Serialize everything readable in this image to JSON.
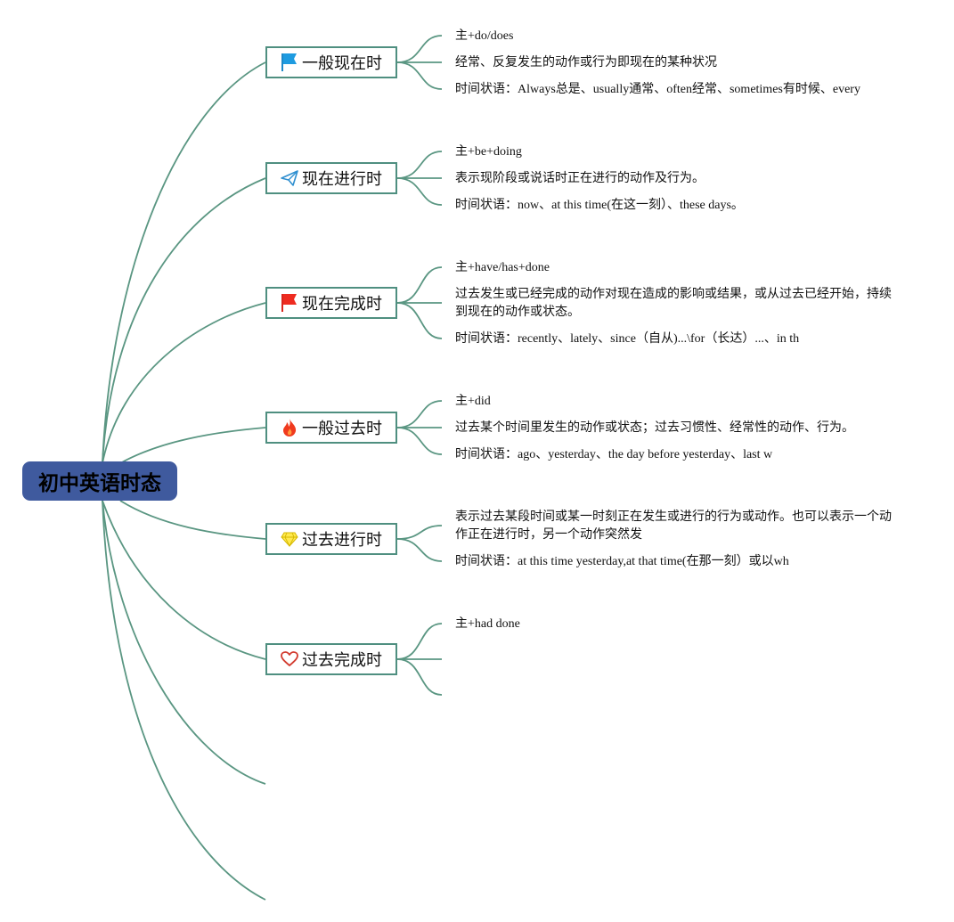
{
  "root": {
    "label": "初中英语时态"
  },
  "branches": [
    {
      "label": "一般现在时",
      "icon": "blue-flag-icon",
      "items": [
        "主+do/does",
        "经常、反复发生的动作或行为即现在的某种状况",
        "时间状语：Always总是、usually通常、often经常、sometimes有时候、every"
      ]
    },
    {
      "label": "现在进行时",
      "icon": "paper-plane-icon",
      "items": [
        "主+be+doing",
        "表示现阶段或说话时正在进行的动作及行为。",
        "时间状语：now、at this time(在这一刻）、these days。"
      ]
    },
    {
      "label": "现在完成时",
      "icon": "red-flag-icon",
      "items": [
        "主+have/has+done",
        "过去发生或已经完成的动作对现在造成的影响或结果，或从过去已经开始，持续到现在的动作或状态。",
        "时间状语：recently、lately、since（自从)...\\for（长达）...、in th"
      ]
    },
    {
      "label": "一般过去时",
      "icon": "fire-icon",
      "items": [
        "主+did",
        "过去某个时间里发生的动作或状态；过去习惯性、经常性的动作、行为。",
        "时间状语：ago、yesterday、the day before yesterday、last w"
      ]
    },
    {
      "label": "过去进行时",
      "icon": "diamond-icon",
      "items": [
        "表示过去某段时间或某一时刻正在发生或进行的行为或动作。也可以表示一个动作正在进行时，另一个动作突然发",
        "时间状语：at this time yesterday,at that time(在那一刻）或以wh"
      ]
    },
    {
      "label": "过去完成时",
      "icon": "heart-icon",
      "items": [
        "主+had done"
      ]
    }
  ],
  "colors": {
    "line": "#5a9682",
    "root_bg": "#3f5a9e",
    "node_border": "#4f8f80"
  }
}
